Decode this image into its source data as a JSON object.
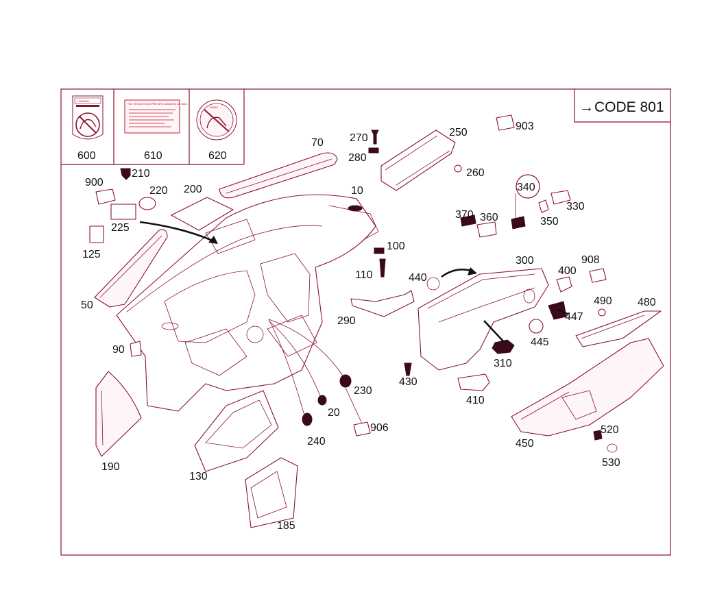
{
  "code_box": {
    "label": "CODE 801",
    "arrow": "→"
  },
  "label_panels": [
    {
      "number": "600",
      "title": "⚠ WARNING",
      "lines": []
    },
    {
      "number": "610",
      "title": "THIS VEHICLE IS EQUIPPED WITH ADVANCED AIR BAGS",
      "lines": []
    },
    {
      "number": "620",
      "title": "AIRBAG",
      "lines": []
    }
  ],
  "callouts": [
    "10",
    "20",
    "50",
    "70",
    "90",
    "100",
    "110",
    "125",
    "130",
    "185",
    "190",
    "200",
    "210",
    "220",
    "225",
    "230",
    "240",
    "250",
    "260",
    "270",
    "280",
    "290",
    "300",
    "310",
    "330",
    "340",
    "350",
    "360",
    "370",
    "400",
    "410",
    "430",
    "440",
    "445",
    "447",
    "450",
    "480",
    "490",
    "520",
    "530",
    "900",
    "903",
    "906",
    "908"
  ],
  "colors": {
    "outline": "#8a1030",
    "border": "#8a1030",
    "text": "#111111",
    "accent": "#c0162e"
  }
}
